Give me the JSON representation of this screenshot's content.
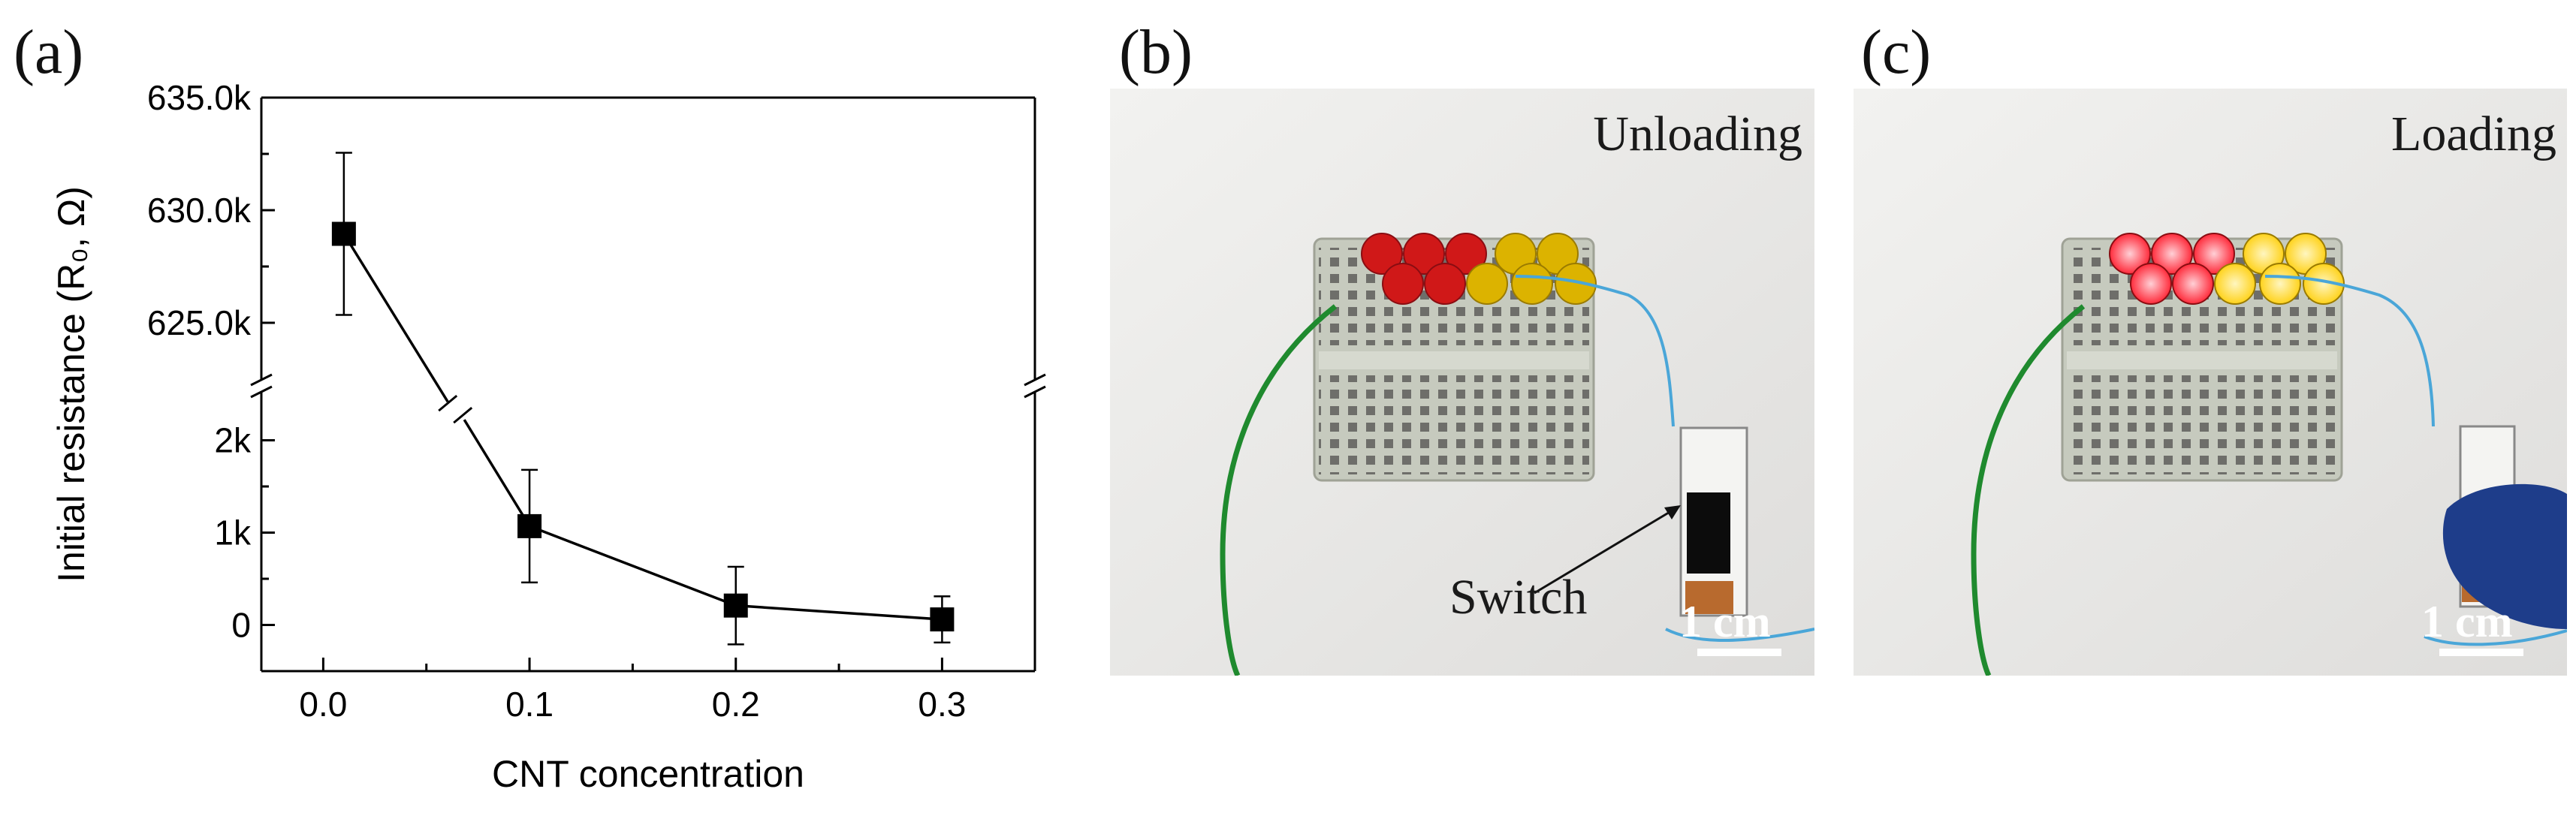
{
  "panels": {
    "a": "(a)",
    "b": "(b)",
    "c": "(c)"
  },
  "chart_data": {
    "type": "scatter",
    "xlabel": "CNT concentration",
    "ylabel": "Initial resistance (R₀, Ω)",
    "x_ticks": [
      "0.0",
      "0.1",
      "0.2",
      "0.3"
    ],
    "xlim": [
      -0.03,
      0.345
    ],
    "upper_segment": {
      "ylim": [
        622500,
        635000
      ],
      "ticks": [
        "625.0k",
        "630.0k",
        "635.0k"
      ]
    },
    "lower_segment": {
      "ylim": [
        -500,
        2500
      ],
      "ticks": [
        "0",
        "1k",
        "2k"
      ]
    },
    "axis_break": true,
    "marker": "square",
    "line_connected": true,
    "color": "#000000",
    "points": [
      {
        "x": 0.01,
        "y": 628950,
        "err": 3600
      },
      {
        "x": 0.1,
        "y": 1070,
        "err": 610
      },
      {
        "x": 0.2,
        "y": 210,
        "err": 420
      },
      {
        "x": 0.3,
        "y": 60,
        "err": 250
      }
    ]
  },
  "photo_b": {
    "label": "Unloading",
    "switch_label": "Switch",
    "scale": "1 cm"
  },
  "photo_c": {
    "label": "Loading",
    "scale": "1 cm"
  },
  "colors": {
    "led_red_off": "#d01818",
    "led_red_on": "#ff2a3a",
    "led_yellow_off": "#dcb300",
    "led_yellow_on": "#ffd21a",
    "breadboard": "#c8ccc0",
    "wire_green": "#1f8a2e",
    "wire_blue": "#4aa6d8",
    "background_photo": "#e9e9e7",
    "glove": "#1e3d8a"
  }
}
